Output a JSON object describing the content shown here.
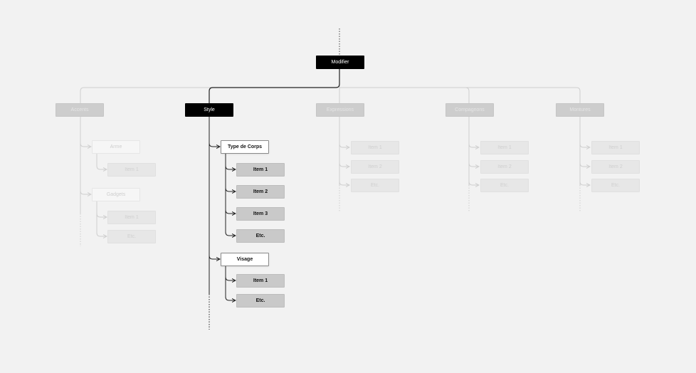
{
  "root": {
    "label": "Modifier"
  },
  "categories": [
    {
      "label": "Accents"
    },
    {
      "label": "Style"
    },
    {
      "label": "Expressions"
    },
    {
      "label": "Compagnons"
    },
    {
      "label": "Montures"
    }
  ],
  "accents": {
    "groups": [
      {
        "label": "Arme",
        "items": [
          "Item 1"
        ]
      },
      {
        "label": "Gadgets",
        "items": [
          "Item 1",
          "Etc."
        ]
      }
    ]
  },
  "style": {
    "groups": [
      {
        "label": "Type de Corps",
        "items": [
          "Item 1",
          "Item 2",
          "Item 3",
          "Etc."
        ]
      },
      {
        "label": "Visage",
        "items": [
          "Item 1",
          "Etc."
        ]
      }
    ]
  },
  "expressions": {
    "items": [
      "Item 1",
      "Item 2",
      "Etc."
    ]
  },
  "compagnons": {
    "items": [
      "Item 1",
      "Item 2",
      "Etc."
    ]
  },
  "montures": {
    "items": [
      "Item 1",
      "Item 2",
      "Etc."
    ]
  }
}
